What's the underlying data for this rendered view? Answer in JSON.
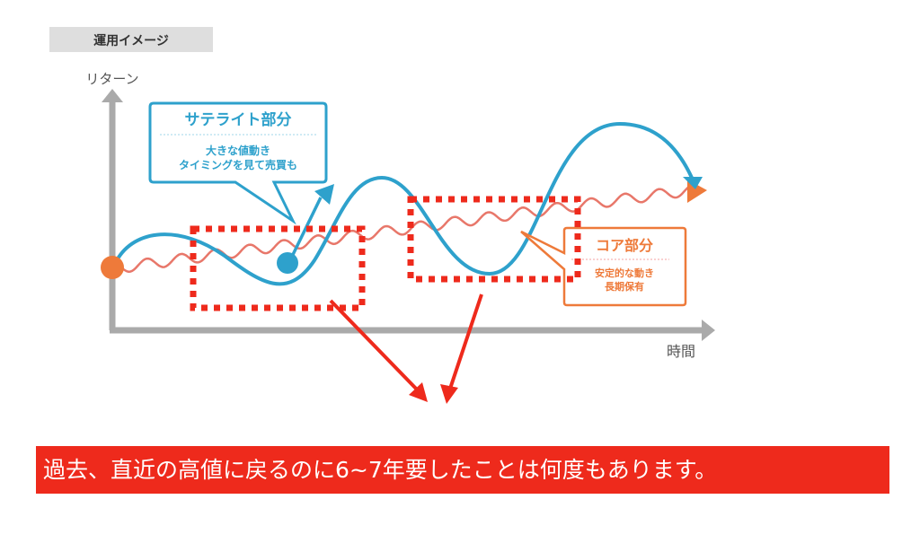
{
  "header": {
    "label": "運用イメージ"
  },
  "axes": {
    "y_label": "リターン",
    "x_label": "時間"
  },
  "satellite": {
    "title": "サテライト部分",
    "line1": "大きな値動き",
    "line2": "タイミングを見て売買も"
  },
  "core": {
    "title": "コア部分",
    "line1": "安定的な動き",
    "line2": "長期保有"
  },
  "banner": {
    "text": "過去、直近の高値に戻るのに6~7年要したことは何度もあります。"
  },
  "colors": {
    "satellite": "#2ea1cc",
    "core": "#ee7a3a",
    "core_line": "#e8776a",
    "highlight": "#ee2a1c",
    "axis": "#aaaaaa"
  }
}
